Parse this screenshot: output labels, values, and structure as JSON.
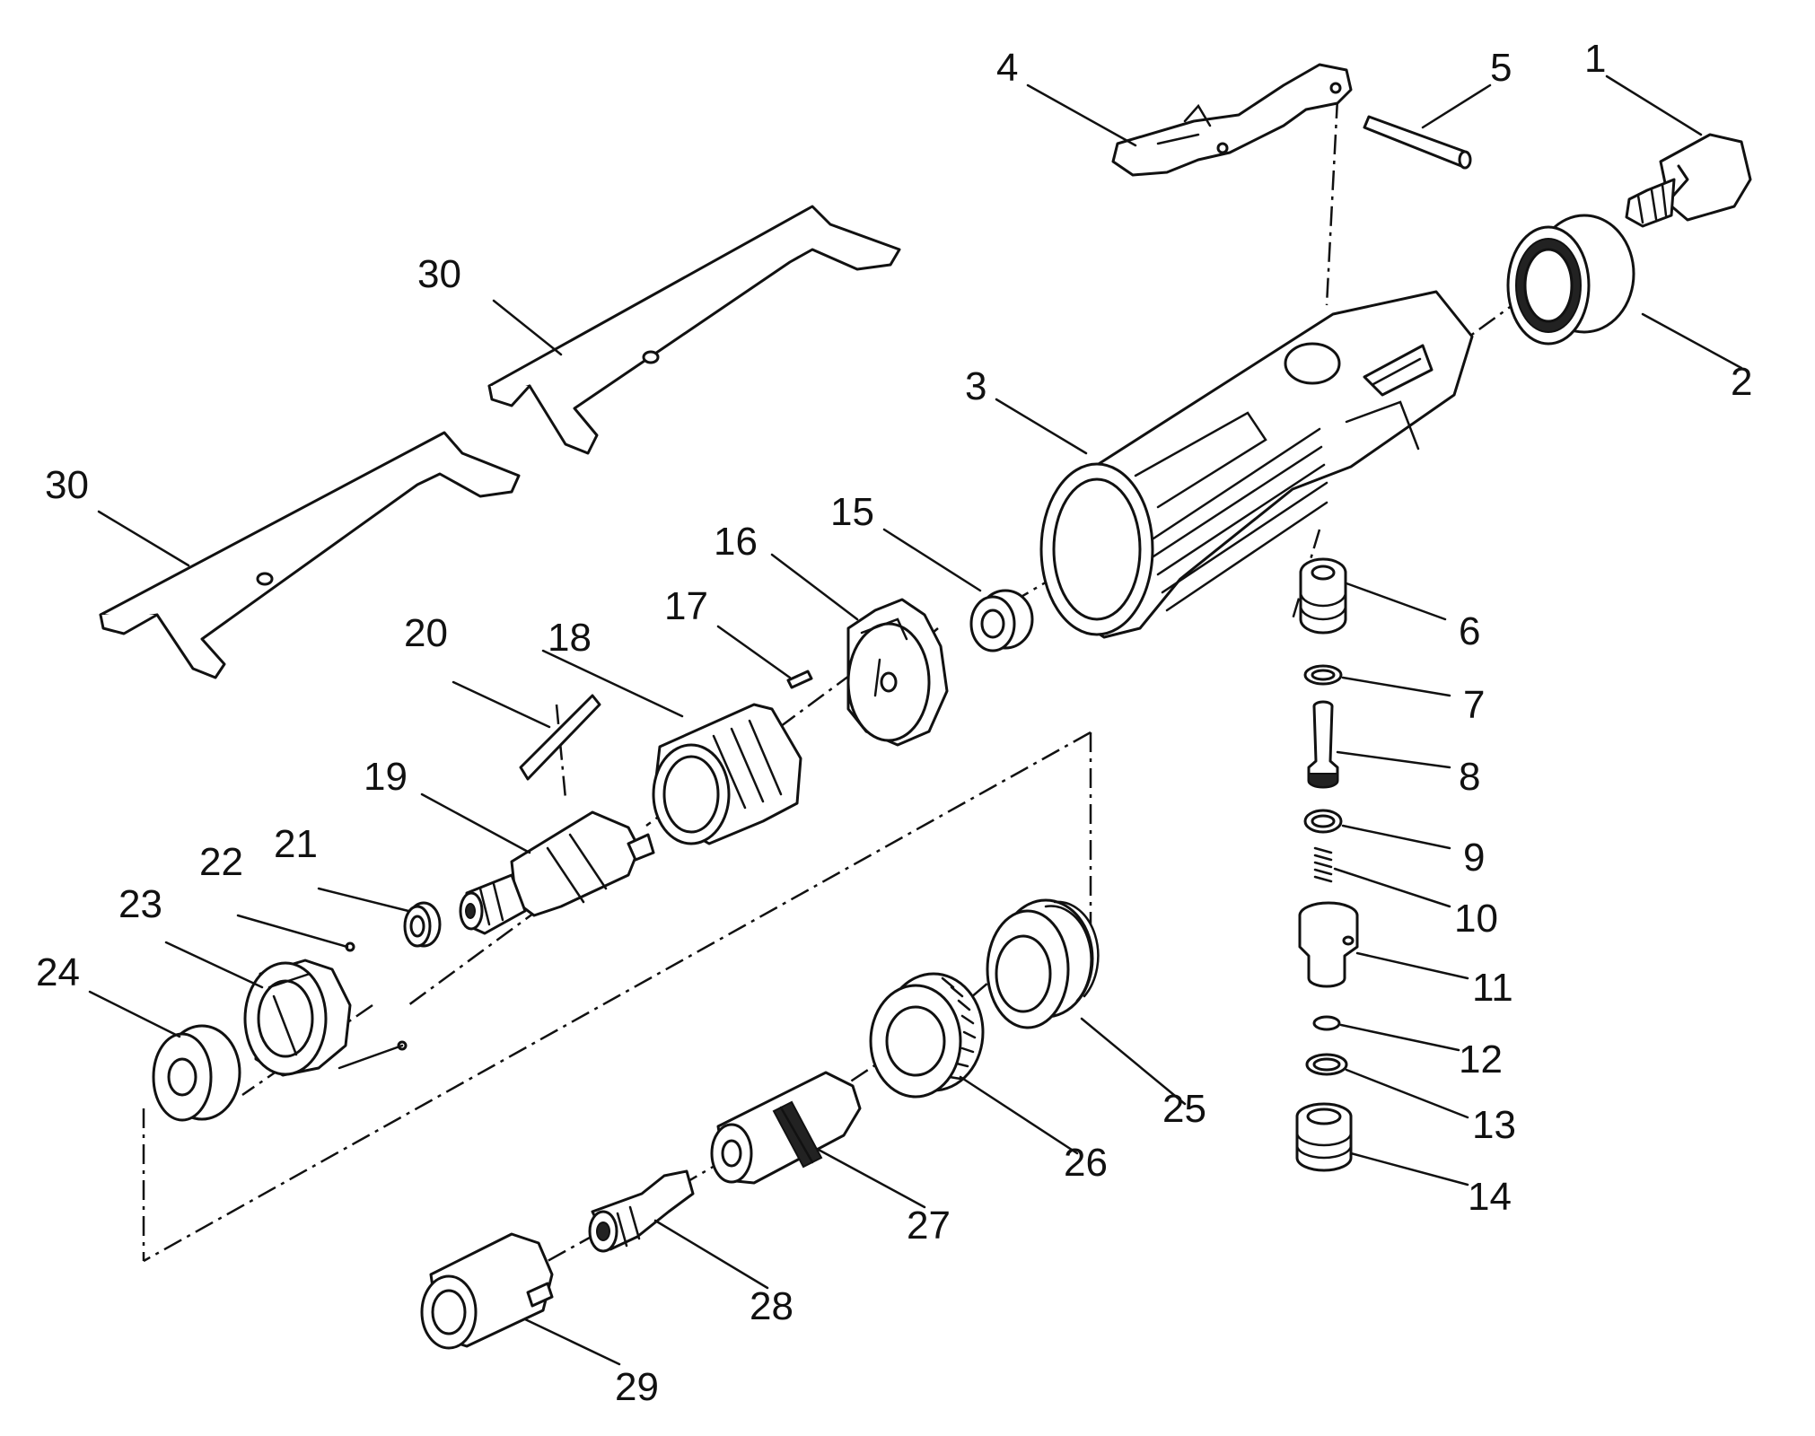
{
  "labels": {
    "p1": "1",
    "p2": "2",
    "p3": "3",
    "p4": "4",
    "p5": "5",
    "p6": "6",
    "p7": "7",
    "p8": "8",
    "p9": "9",
    "p10": "10",
    "p11": "11",
    "p12": "12",
    "p13": "13",
    "p14": "14",
    "p15": "15",
    "p16": "16",
    "p17": "17",
    "p18": "18",
    "p19": "19",
    "p20": "20",
    "p21": "21",
    "p22": "22",
    "p23": "23",
    "p24": "24",
    "p25": "25",
    "p26": "26",
    "p27": "27",
    "p28": "28",
    "p29": "29",
    "p30a": "30",
    "p30b": "30"
  },
  "colors": {
    "line": "#111111",
    "background": "#ffffff"
  }
}
